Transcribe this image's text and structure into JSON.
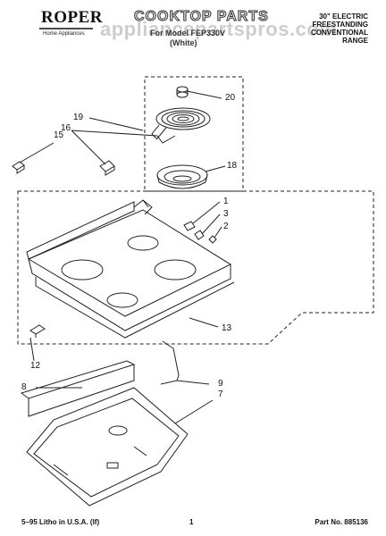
{
  "header": {
    "brand": "ROPER",
    "brand_sub": "Home Appliances",
    "title": "COOKTOP PARTS",
    "model": "For Model FEP330V",
    "color_note": "(White)",
    "watermark": "appliancepartspros.com",
    "right_lines": [
      "30\" ELECTRIC",
      "FREESTANDING",
      "CONVENTIONAL",
      "RANGE"
    ]
  },
  "callouts": [
    {
      "id": "20",
      "label": "20"
    },
    {
      "id": "19",
      "label": "19"
    },
    {
      "id": "16",
      "label": "16"
    },
    {
      "id": "15",
      "label": "15"
    },
    {
      "id": "18",
      "label": "18"
    },
    {
      "id": "1",
      "label": "1"
    },
    {
      "id": "3",
      "label": "3"
    },
    {
      "id": "2",
      "label": "2"
    },
    {
      "id": "13",
      "label": "13"
    },
    {
      "id": "12",
      "label": "12"
    },
    {
      "id": "8",
      "label": "8"
    },
    {
      "id": "9",
      "label": "9"
    },
    {
      "id": "7",
      "label": "7"
    }
  ],
  "footer": {
    "left": "5–95 Litho in U.S.A. (lf)",
    "page": "1",
    "part": "Part No. 885136"
  }
}
